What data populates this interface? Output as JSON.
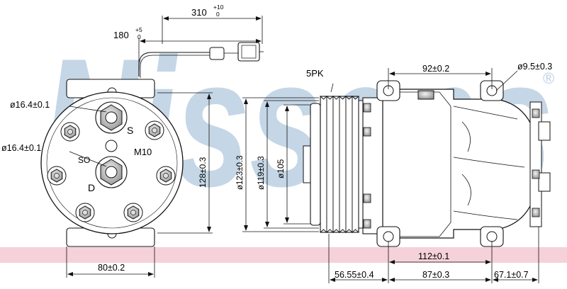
{
  "watermark": {
    "text": "Nissens",
    "registered_mark": "®",
    "colors": {
      "letters": "#bccfe2",
      "band": "#f3c9d2"
    }
  },
  "front_view": {
    "port_suction_diameter": "ø16.4±0.1",
    "port_discharge_diameter": "ø16.4±0.1",
    "label_suction": "S",
    "label_discharge": "D",
    "label_thread": "M10",
    "label_so": "SO",
    "height": "128±0.3",
    "width": "80±0.2",
    "cable_length_1": "180",
    "cable_length_1_tol": "+5",
    "cable_length_1_tol_low": "0",
    "cable_length_2": "310",
    "cable_length_2_tol": "+10",
    "cable_length_2_tol_low": "0"
  },
  "side_view": {
    "pulley_type": "5PK",
    "diameter_outer": "ø123±0.3",
    "diameter_pulley": "ø119±0.3",
    "diameter_hub": "ø105",
    "mount_spacing_top": "92±0.2",
    "hole_diameter": "ø9.5±0.3",
    "mount_spacing_bottom": "112±0.1",
    "pulley_offset": "56.55±0.4",
    "body_length": "87±0.3",
    "rear_length": "67.1±0.7"
  }
}
